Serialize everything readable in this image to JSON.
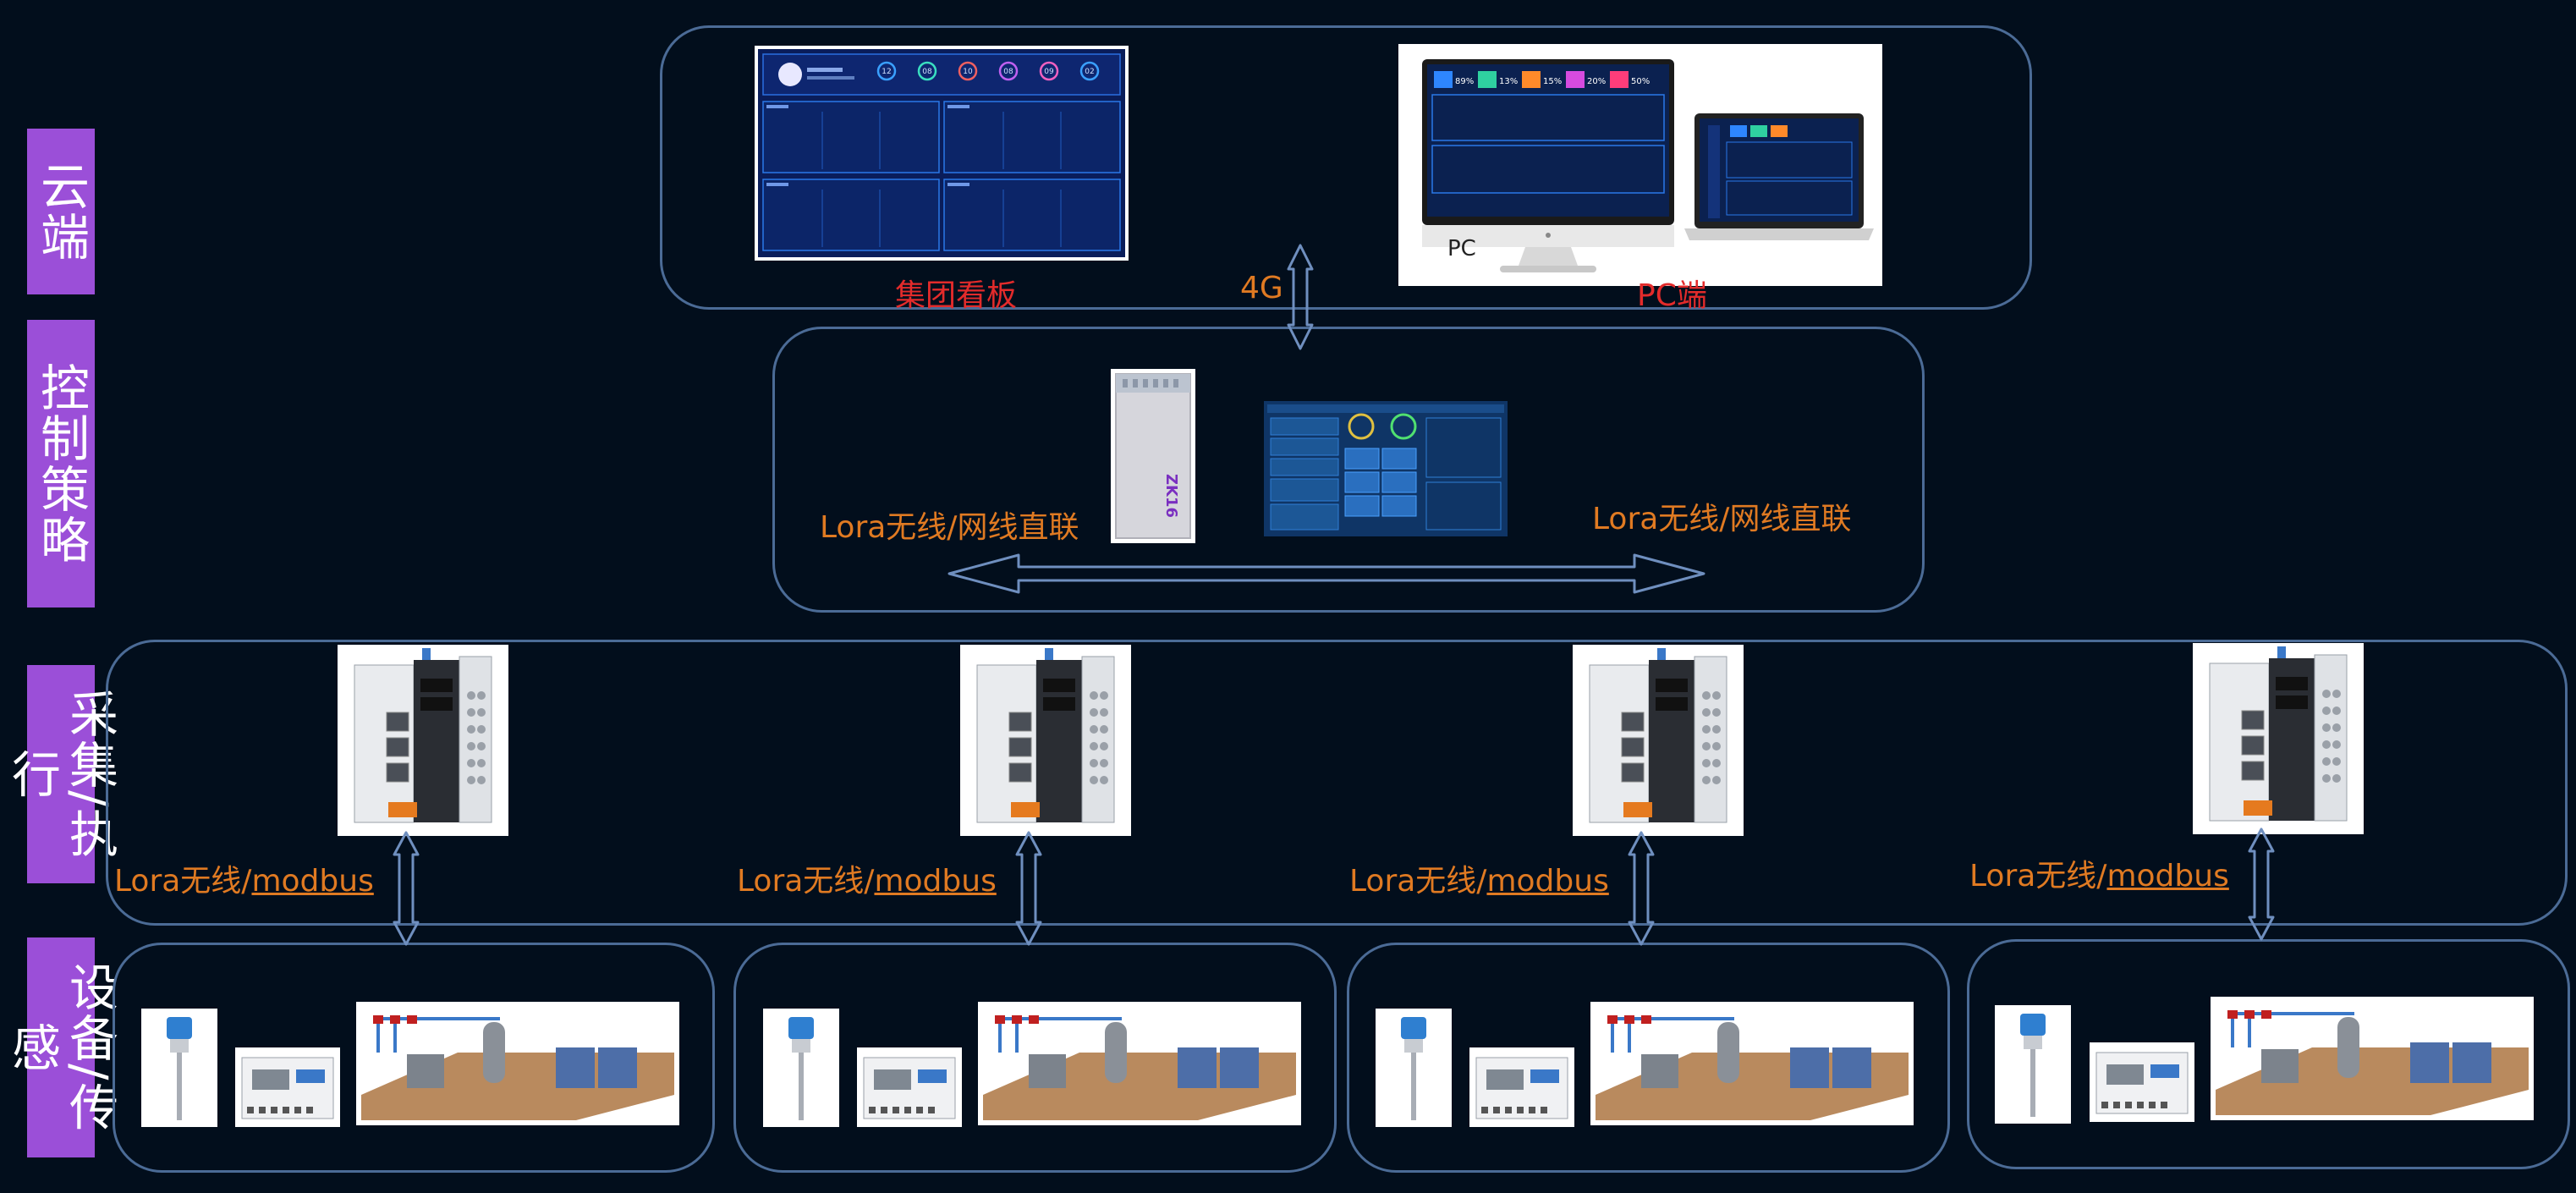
{
  "layers": [
    {
      "label": "云端"
    },
    {
      "label": "控制策略"
    },
    {
      "label": "采集/执行"
    },
    {
      "label": "设备/传感"
    }
  ],
  "cloud": {
    "board_caption": "集团看板",
    "pc_caption": "PC端",
    "link_caption": "4G",
    "pc_monitor_text": "PC",
    "dashboard_stats": [
      "12",
      "08",
      "10",
      "08",
      "09",
      "02"
    ],
    "pc_stats": [
      "89%",
      "13%",
      "15%",
      "20%",
      "50%"
    ]
  },
  "control": {
    "left_caption": "Lora无线/网线直联",
    "right_caption": "Lora无线/网线直联",
    "device_label": "ZK16"
  },
  "collect": {
    "units": [
      {
        "caption_prefix": "Lora无线/",
        "caption_link": "modbus"
      },
      {
        "caption_prefix": "Lora无线/",
        "caption_link": "modbus"
      },
      {
        "caption_prefix": "Lora无线/",
        "caption_link": "modbus"
      },
      {
        "caption_prefix": "Lora无线/",
        "caption_link": "modbus"
      }
    ]
  },
  "colors": {
    "background": "#020e1c",
    "frame": "#4b6b96",
    "layer_label": "#9b4fd8",
    "caption_red": "#e32b2b",
    "caption_orange": "#e07a22",
    "arrow": "#6f8fbf"
  }
}
